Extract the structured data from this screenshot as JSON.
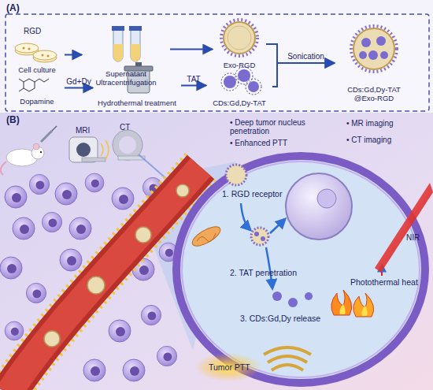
{
  "diagram": {
    "nodes": [
      {
        "text": [
          "(A)"
        ]
      },
      {
        "text": [
          "Cell culture"
        ],
        "in": 0
      },
      {
        "text": [
          "Supernatant Ultracentrifugation"
        ],
        "in": 0
      },
      {
        "text": [
          "Exo-RGD"
        ],
        "in": 0
      },
      {
        "text": [
          "Dopamine"
        ],
        "in": 0
      },
      {
        "text": [
          "Hydrothermal treatment"
        ],
        "in": 0
      },
      {
        "text": [
          "CDs:Gd,Dy-TAT"
        ],
        "in": 0
      },
      {
        "text": [
          "CDs:Gd,Dy-TAT @Exo-RGD"
        ],
        "in": 0
      },
      {
        "text": [
          "(B)"
        ]
      },
      {
        "text": [
          "1. RGD receptor",
          "2. TAT penetration",
          "3. CDs:Gd,Dy release",
          "Photothermal heat",
          "Tumor PTT"
        ],
        "in": 8
      }
    ],
    "edges": [
      {
        "from": 1,
        "to": 2,
        "arrow": "to"
      },
      {
        "from": 2,
        "to": 3,
        "arrow": "to"
      },
      {
        "from": 4,
        "to": 5,
        "label": "Gd+Dy",
        "arrow": "to"
      },
      {
        "from": 5,
        "to": 6,
        "label": "TAT",
        "arrow": "to"
      },
      {
        "from": 3,
        "to": 7,
        "label": "Sonication",
        "arrow": "to"
      },
      {
        "from": 6,
        "to": 7,
        "arrow": "to"
      }
    ],
    "labels": [
      "RGD",
      "MRI",
      "CT",
      "• Deep tumor nucleus penetration",
      "• MR imaging",
      "• Enhanced PTT",
      "• CT imaging",
      "NIR"
    ]
  }
}
